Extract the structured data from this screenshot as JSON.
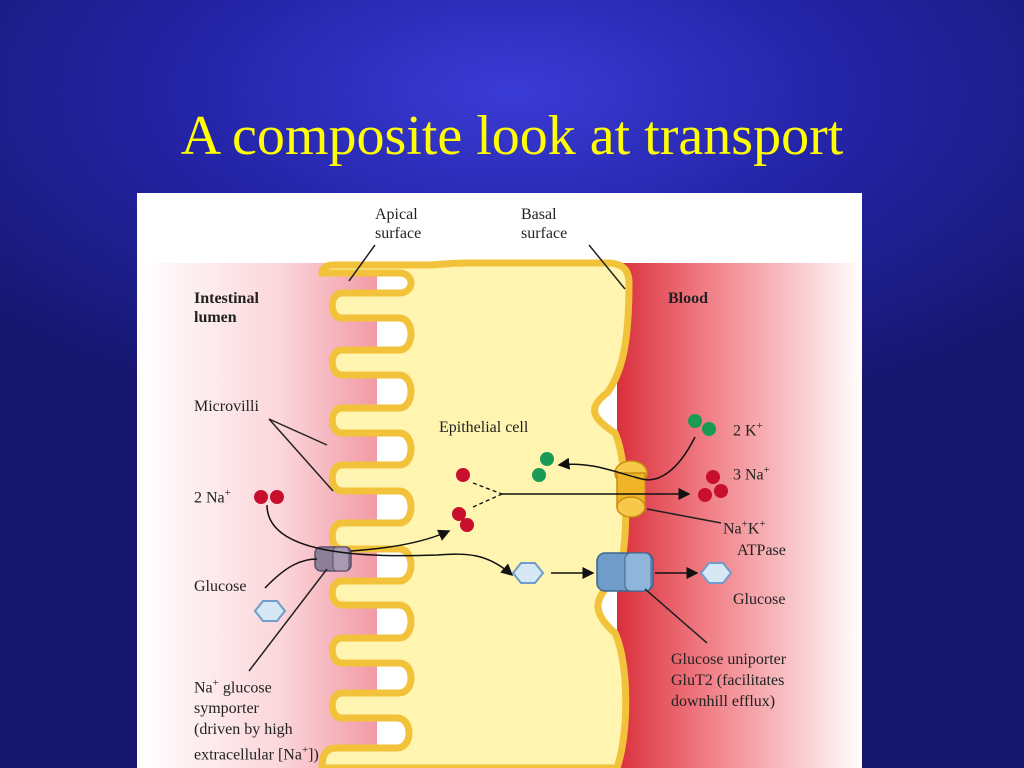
{
  "slide": {
    "title": "A composite look at transport"
  },
  "diagram": {
    "labels": {
      "apical_surface": [
        "Apical",
        "surface"
      ],
      "basal_surface": [
        "Basal",
        "surface"
      ],
      "intestinal_lumen": [
        "Intestinal",
        "lumen"
      ],
      "blood": "Blood",
      "microvilli": "Microvilli",
      "epithelial_cell": "Epithelial cell",
      "na_left": "2 Na",
      "glucose_left": "Glucose",
      "k_right": "2 K",
      "na_right": "3 Na",
      "atpase": [
        "Na",
        "K",
        "ATPase"
      ],
      "glucose_right": "Glucose",
      "uniporter": [
        "Glucose uniporter",
        "GluT2 (facilitates",
        "downhill efflux)"
      ],
      "symporter": [
        "Na",
        " glucose",
        "symporter",
        "(driven by high",
        "extracellular [Na",
        "])"
      ],
      "plus": "+"
    },
    "colors": {
      "title": "#ffff00",
      "cell_fill": "#fff4b0",
      "membrane": "#f2c23a",
      "lumen_pink": "#f4a3ad",
      "blood_red": "#e2404a",
      "sodium": "#c8102e",
      "potassium": "#1a9a55",
      "glucose": "#9cc4e4",
      "uniporter": "#6f9cc8",
      "symporter": "#8d7f96",
      "atpase": "#f0b428"
    }
  }
}
